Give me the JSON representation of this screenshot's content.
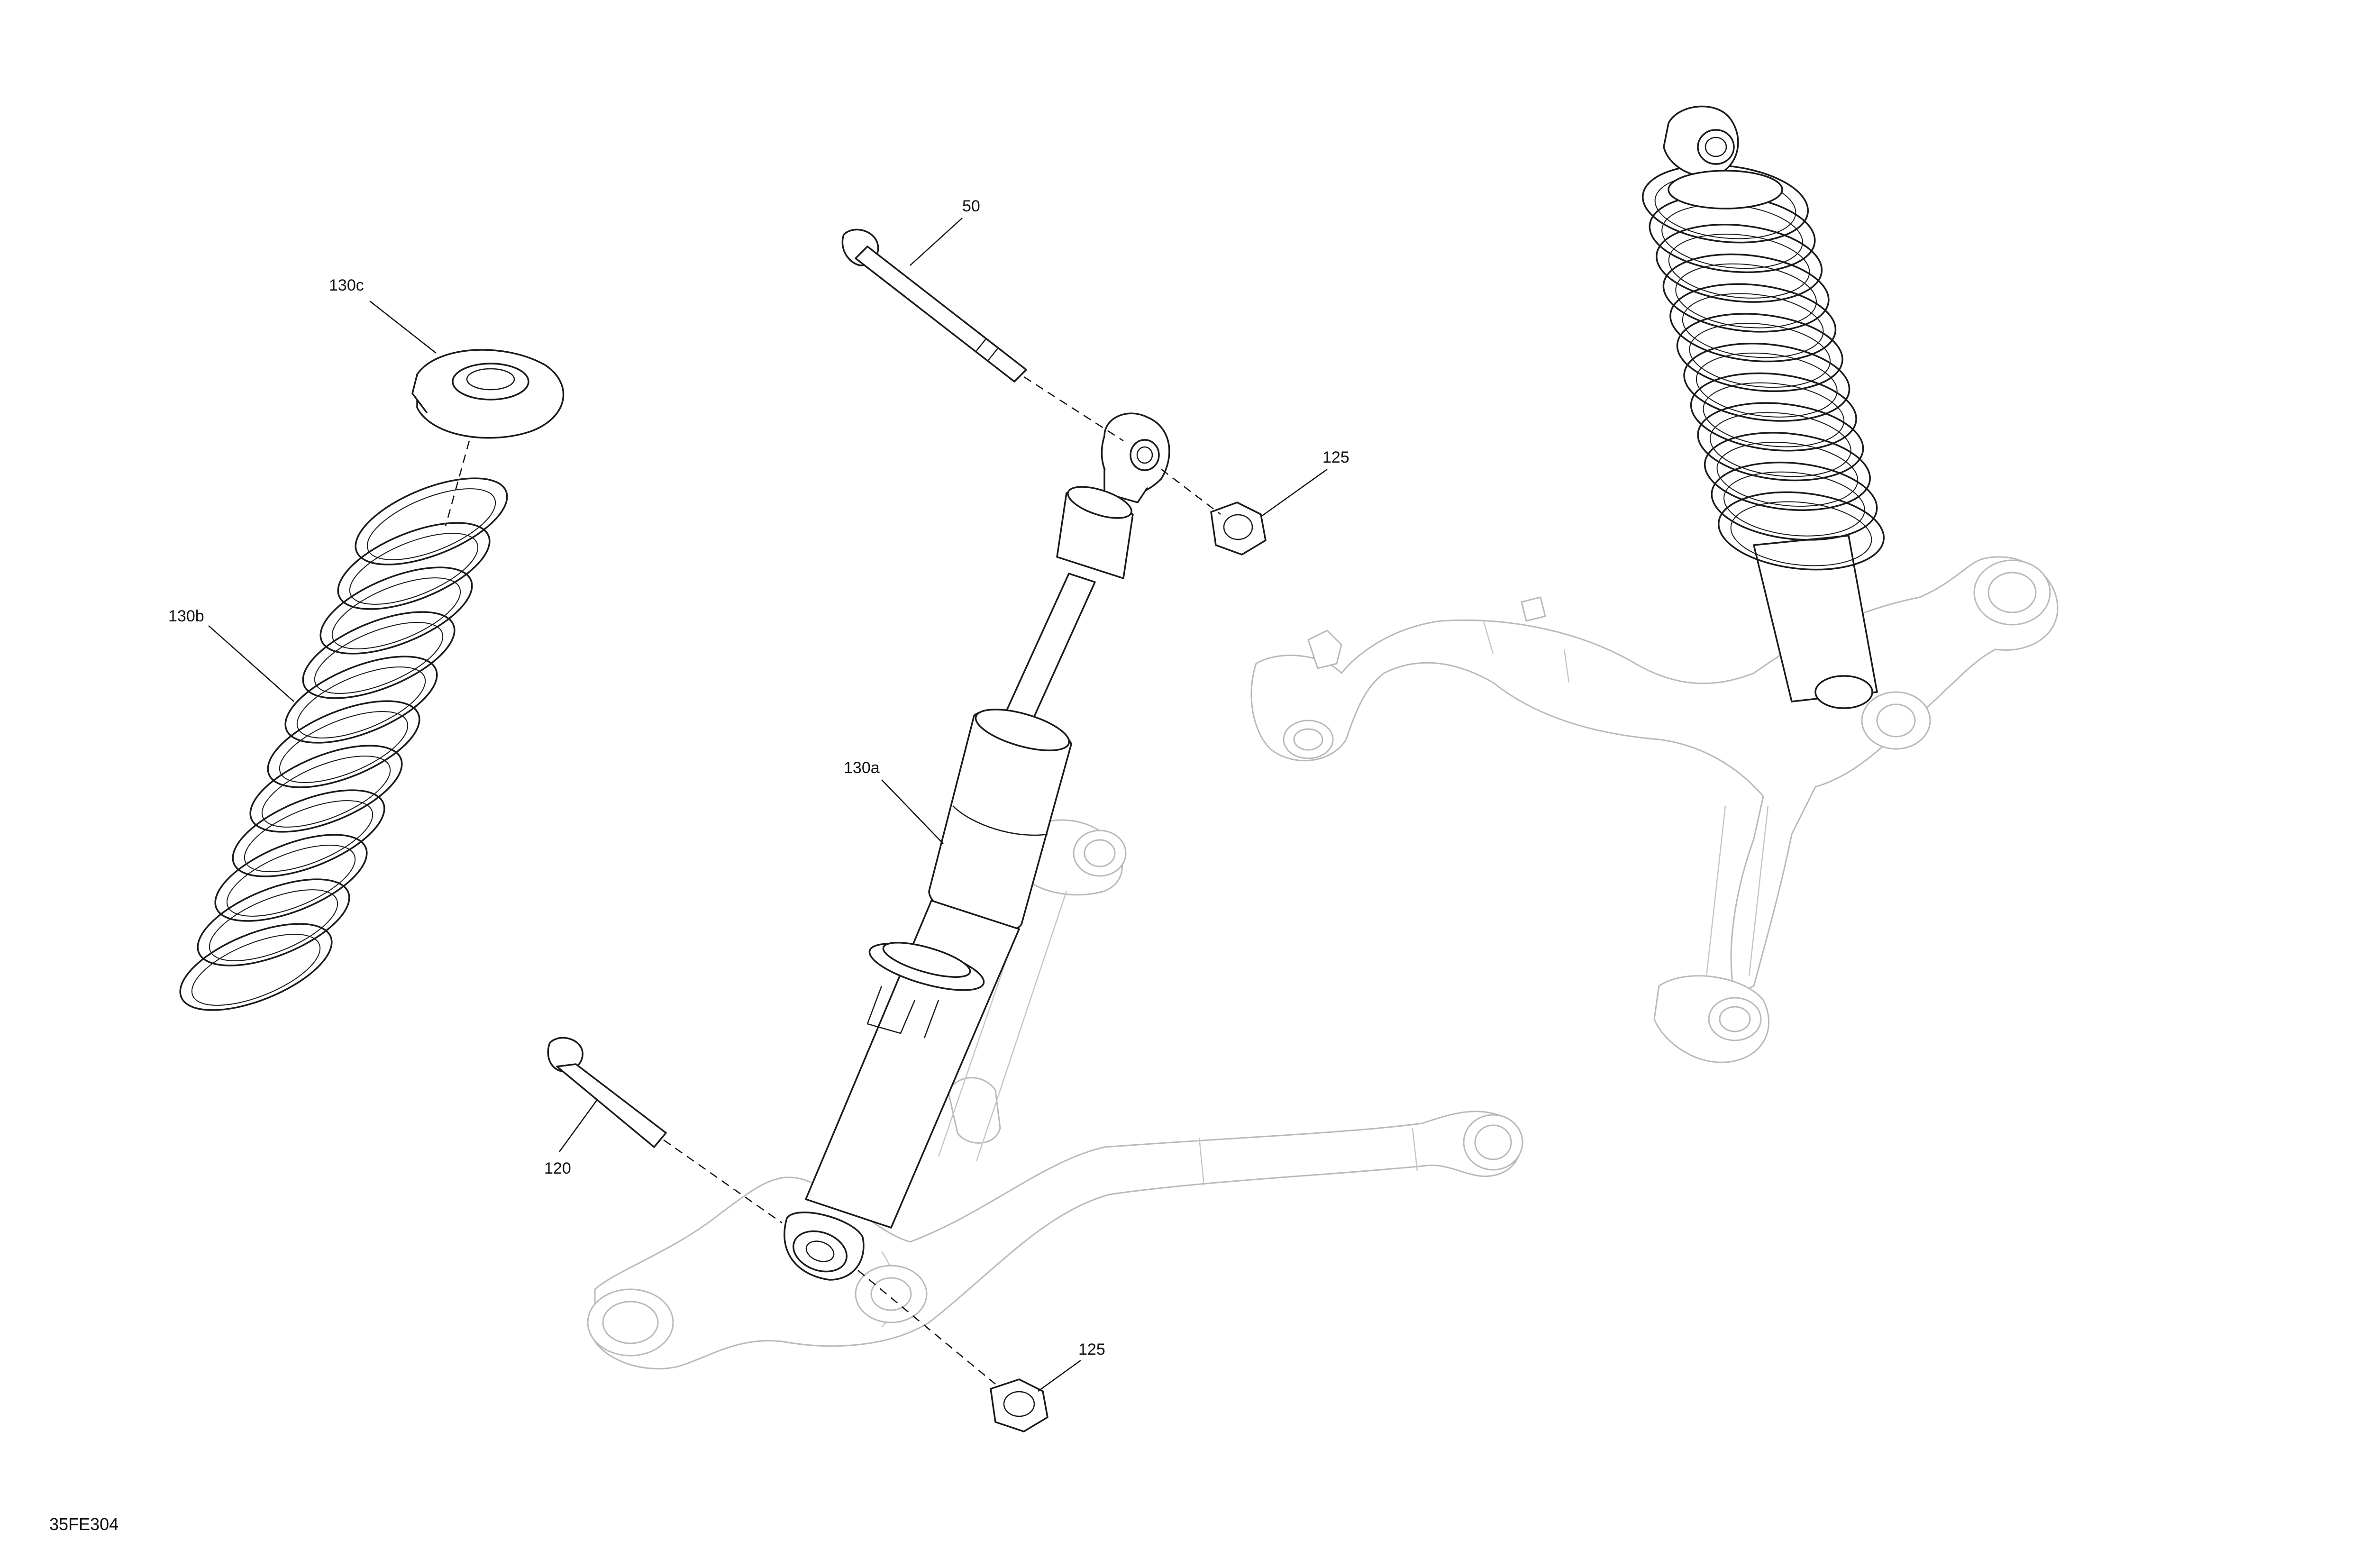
{
  "figure": {
    "code": "35FE304"
  },
  "callouts": [
    {
      "id": "50",
      "label": "50"
    },
    {
      "id": "125a",
      "label": "125"
    },
    {
      "id": "130c",
      "label": "130c"
    },
    {
      "id": "130b",
      "label": "130b"
    },
    {
      "id": "130a",
      "label": "130a"
    },
    {
      "id": "120",
      "label": "120"
    },
    {
      "id": "125b",
      "label": "125"
    }
  ],
  "colors": {
    "line": "#1a1a1a",
    "ghost": "#b9b9b9",
    "background": "#ffffff"
  }
}
